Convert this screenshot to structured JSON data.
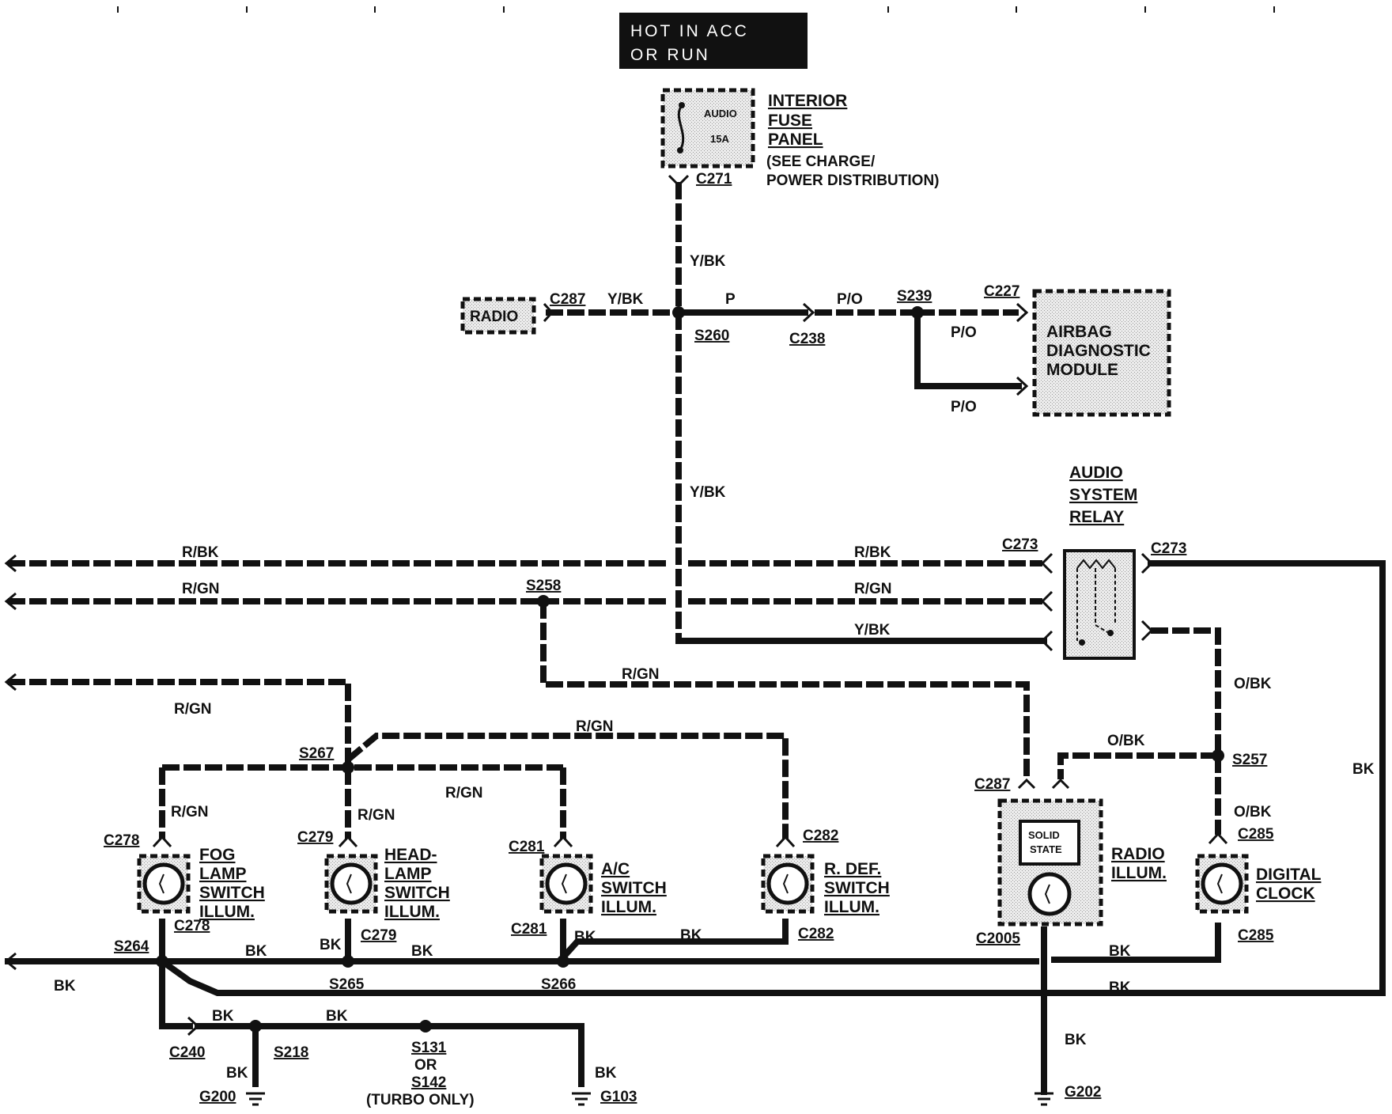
{
  "header": {
    "line1": "HOT IN ACC",
    "line2": "OR RUN"
  },
  "fuse_panel": {
    "fuse_name": "AUDIO",
    "fuse_rating": "15A",
    "title_lines": [
      "INTERIOR",
      "FUSE",
      "PANEL"
    ],
    "note_lines": [
      "(SEE CHARGE/",
      "POWER DISTRIBUTION)"
    ],
    "connector": "C271"
  },
  "components": {
    "radio": "RADIO",
    "airbag_module": [
      "AIRBAG",
      "DIAGNOSTIC",
      "MODULE"
    ],
    "audio_relay": [
      "AUDIO",
      "SYSTEM",
      "RELAY"
    ],
    "radio_illum": [
      "RADIO",
      "ILLUM."
    ],
    "solid_state": [
      "SOLID",
      "STATE"
    ],
    "digital_clock": [
      "DIGITAL",
      "CLOCK"
    ],
    "fog_lamp": [
      "FOG",
      "LAMP",
      "SWITCH",
      "ILLUM."
    ],
    "headlamp": [
      "HEAD-",
      "LAMP",
      "SWITCH",
      "ILLUM."
    ],
    "ac_switch": [
      "A/C",
      "SWITCH",
      "ILLUM."
    ],
    "rear_def": [
      "R. DEF.",
      "SWITCH",
      "ILLUM."
    ],
    "turbo_note": [
      "OR",
      "(TURBO ONLY)"
    ]
  },
  "connectors": {
    "c287_radio": "C287",
    "c238": "C238",
    "c227": "C227",
    "c273_left": "C273",
    "c273_right": "C273",
    "c287_illum": "C287",
    "c2005": "C2005",
    "c285_top": "C285",
    "c285_bottom": "C285",
    "c278_top": "C278",
    "c278_bottom": "C278",
    "c279_top": "C279",
    "c279_bottom": "C279",
    "c281_top": "C281",
    "c281_bottom": "C281",
    "c282_top": "C282",
    "c282_bottom": "C282",
    "c240": "C240"
  },
  "splices": {
    "s260": "S260",
    "s239": "S239",
    "s258": "S258",
    "s267": "S267",
    "s257": "S257",
    "s264": "S264",
    "s265": "S265",
    "s266": "S266",
    "s218": "S218",
    "s131": "S131",
    "s142": "S142"
  },
  "grounds": {
    "g200": "G200",
    "g103": "G103",
    "g202": "G202"
  },
  "wire_colors": {
    "ybk": "Y/BK",
    "p": "P",
    "po": "P/O",
    "rbk": "R/BK",
    "rgn": "R/GN",
    "obk": "O/BK",
    "bk": "BK"
  }
}
